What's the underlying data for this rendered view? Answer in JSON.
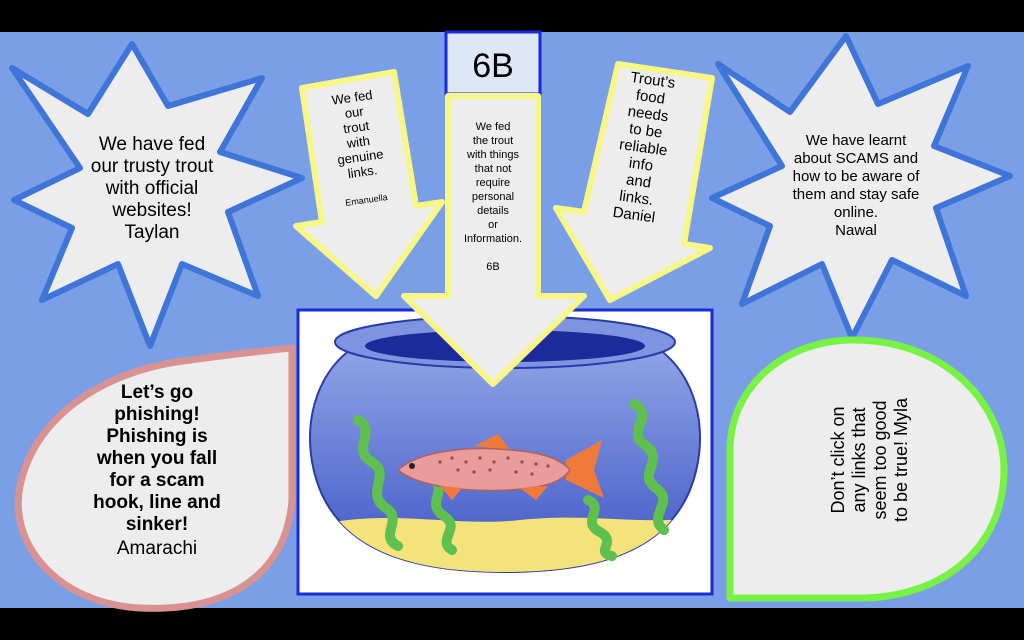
{
  "colors": {
    "background": "#7b9fe6",
    "bubble_fill": "#ededed",
    "star_border": "#3f74d8",
    "arrow_border": "#f7f788",
    "bubble_left_border": "#d99292",
    "bubble_right_border": "#77f245",
    "bowl_frame_border": "#1a2ad6",
    "water": "#5a6fd0",
    "sand": "#f4e27a",
    "seaweed": "#5fbf4f",
    "fish": "#ea9c9a"
  },
  "title_box": {
    "label": "6B"
  },
  "star_left": {
    "lines": [
      "We have fed",
      "our trusty trout",
      "with official",
      "websites!",
      "Taylan"
    ]
  },
  "star_right": {
    "lines": [
      "We have learnt",
      "about SCAMS and",
      "how to be aware of",
      "them and stay safe",
      "online.",
      "Nawal"
    ]
  },
  "arrow_left": {
    "lines": [
      "We fed",
      "our",
      "trout",
      "with",
      "genuine",
      "links."
    ],
    "author": "Emanuella"
  },
  "arrow_center": {
    "lines": [
      "We fed",
      "the trout",
      "with things",
      "that not",
      "require",
      "personal",
      "details",
      "or",
      "Information."
    ],
    "author": "6B"
  },
  "arrow_right": {
    "lines": [
      "Trout’s",
      "food",
      "needs",
      "to be",
      "reliable",
      "info",
      "and",
      "links.",
      "Daniel"
    ]
  },
  "bubble_left": {
    "bold_lines": [
      "Let’s go",
      "phishing!",
      "Phishing is",
      "when you fall",
      "for a scam",
      "hook, line and",
      "sinker!"
    ],
    "author": "Amarachi"
  },
  "bubble_right": {
    "lines": [
      "Don’t click on",
      "any links that",
      "seem too good",
      "to be true! Myla"
    ]
  },
  "fishbowl": {
    "icons": [
      "fishbowl-icon",
      "trout-fish-icon",
      "seaweed-icon"
    ]
  }
}
